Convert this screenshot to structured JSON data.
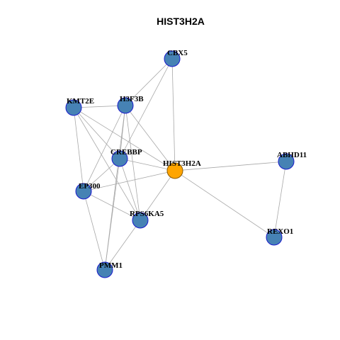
{
  "diagram": {
    "title": "HIST3H2A",
    "colors": {
      "node_fill": "#4682b4",
      "node_stroke": "#1a1acc",
      "center_fill": "#ffa500",
      "center_stroke": "#8b5a00",
      "edge": "#a8a8a8"
    },
    "nodes": [
      {
        "id": "CBX5",
        "label": "CBX5",
        "center": false
      },
      {
        "id": "H3F3B",
        "label": "H3F3B",
        "center": false
      },
      {
        "id": "KMT2E",
        "label": "KMT2E",
        "center": false
      },
      {
        "id": "CREBBP",
        "label": "CREBBP",
        "center": false
      },
      {
        "id": "HIST3H2A",
        "label": "HIST3H2A",
        "center": true
      },
      {
        "id": "ABHD11",
        "label": "ABHD11",
        "center": false
      },
      {
        "id": "EP300",
        "label": "EP300",
        "center": false
      },
      {
        "id": "RPS6KA5",
        "label": "RPS6KA5",
        "center": false
      },
      {
        "id": "REXO1",
        "label": "REXO1",
        "center": false
      },
      {
        "id": "PMM1",
        "label": "PMM1",
        "center": false
      }
    ],
    "edges": [
      [
        "CBX5",
        "H3F3B"
      ],
      [
        "CBX5",
        "CREBBP"
      ],
      [
        "CBX5",
        "HIST3H2A"
      ],
      [
        "KMT2E",
        "H3F3B"
      ],
      [
        "KMT2E",
        "CREBBP"
      ],
      [
        "KMT2E",
        "HIST3H2A"
      ],
      [
        "KMT2E",
        "EP300"
      ],
      [
        "KMT2E",
        "RPS6KA5"
      ],
      [
        "H3F3B",
        "CREBBP"
      ],
      [
        "H3F3B",
        "HIST3H2A"
      ],
      [
        "H3F3B",
        "EP300"
      ],
      [
        "H3F3B",
        "RPS6KA5"
      ],
      [
        "H3F3B",
        "PMM1"
      ],
      [
        "CREBBP",
        "HIST3H2A"
      ],
      [
        "CREBBP",
        "EP300"
      ],
      [
        "CREBBP",
        "RPS6KA5"
      ],
      [
        "CREBBP",
        "PMM1"
      ],
      [
        "HIST3H2A",
        "EP300"
      ],
      [
        "HIST3H2A",
        "RPS6KA5"
      ],
      [
        "HIST3H2A",
        "ABHD11"
      ],
      [
        "HIST3H2A",
        "REXO1"
      ],
      [
        "ABHD11",
        "REXO1"
      ],
      [
        "EP300",
        "RPS6KA5"
      ],
      [
        "EP300",
        "PMM1"
      ],
      [
        "RPS6KA5",
        "PMM1"
      ]
    ]
  }
}
